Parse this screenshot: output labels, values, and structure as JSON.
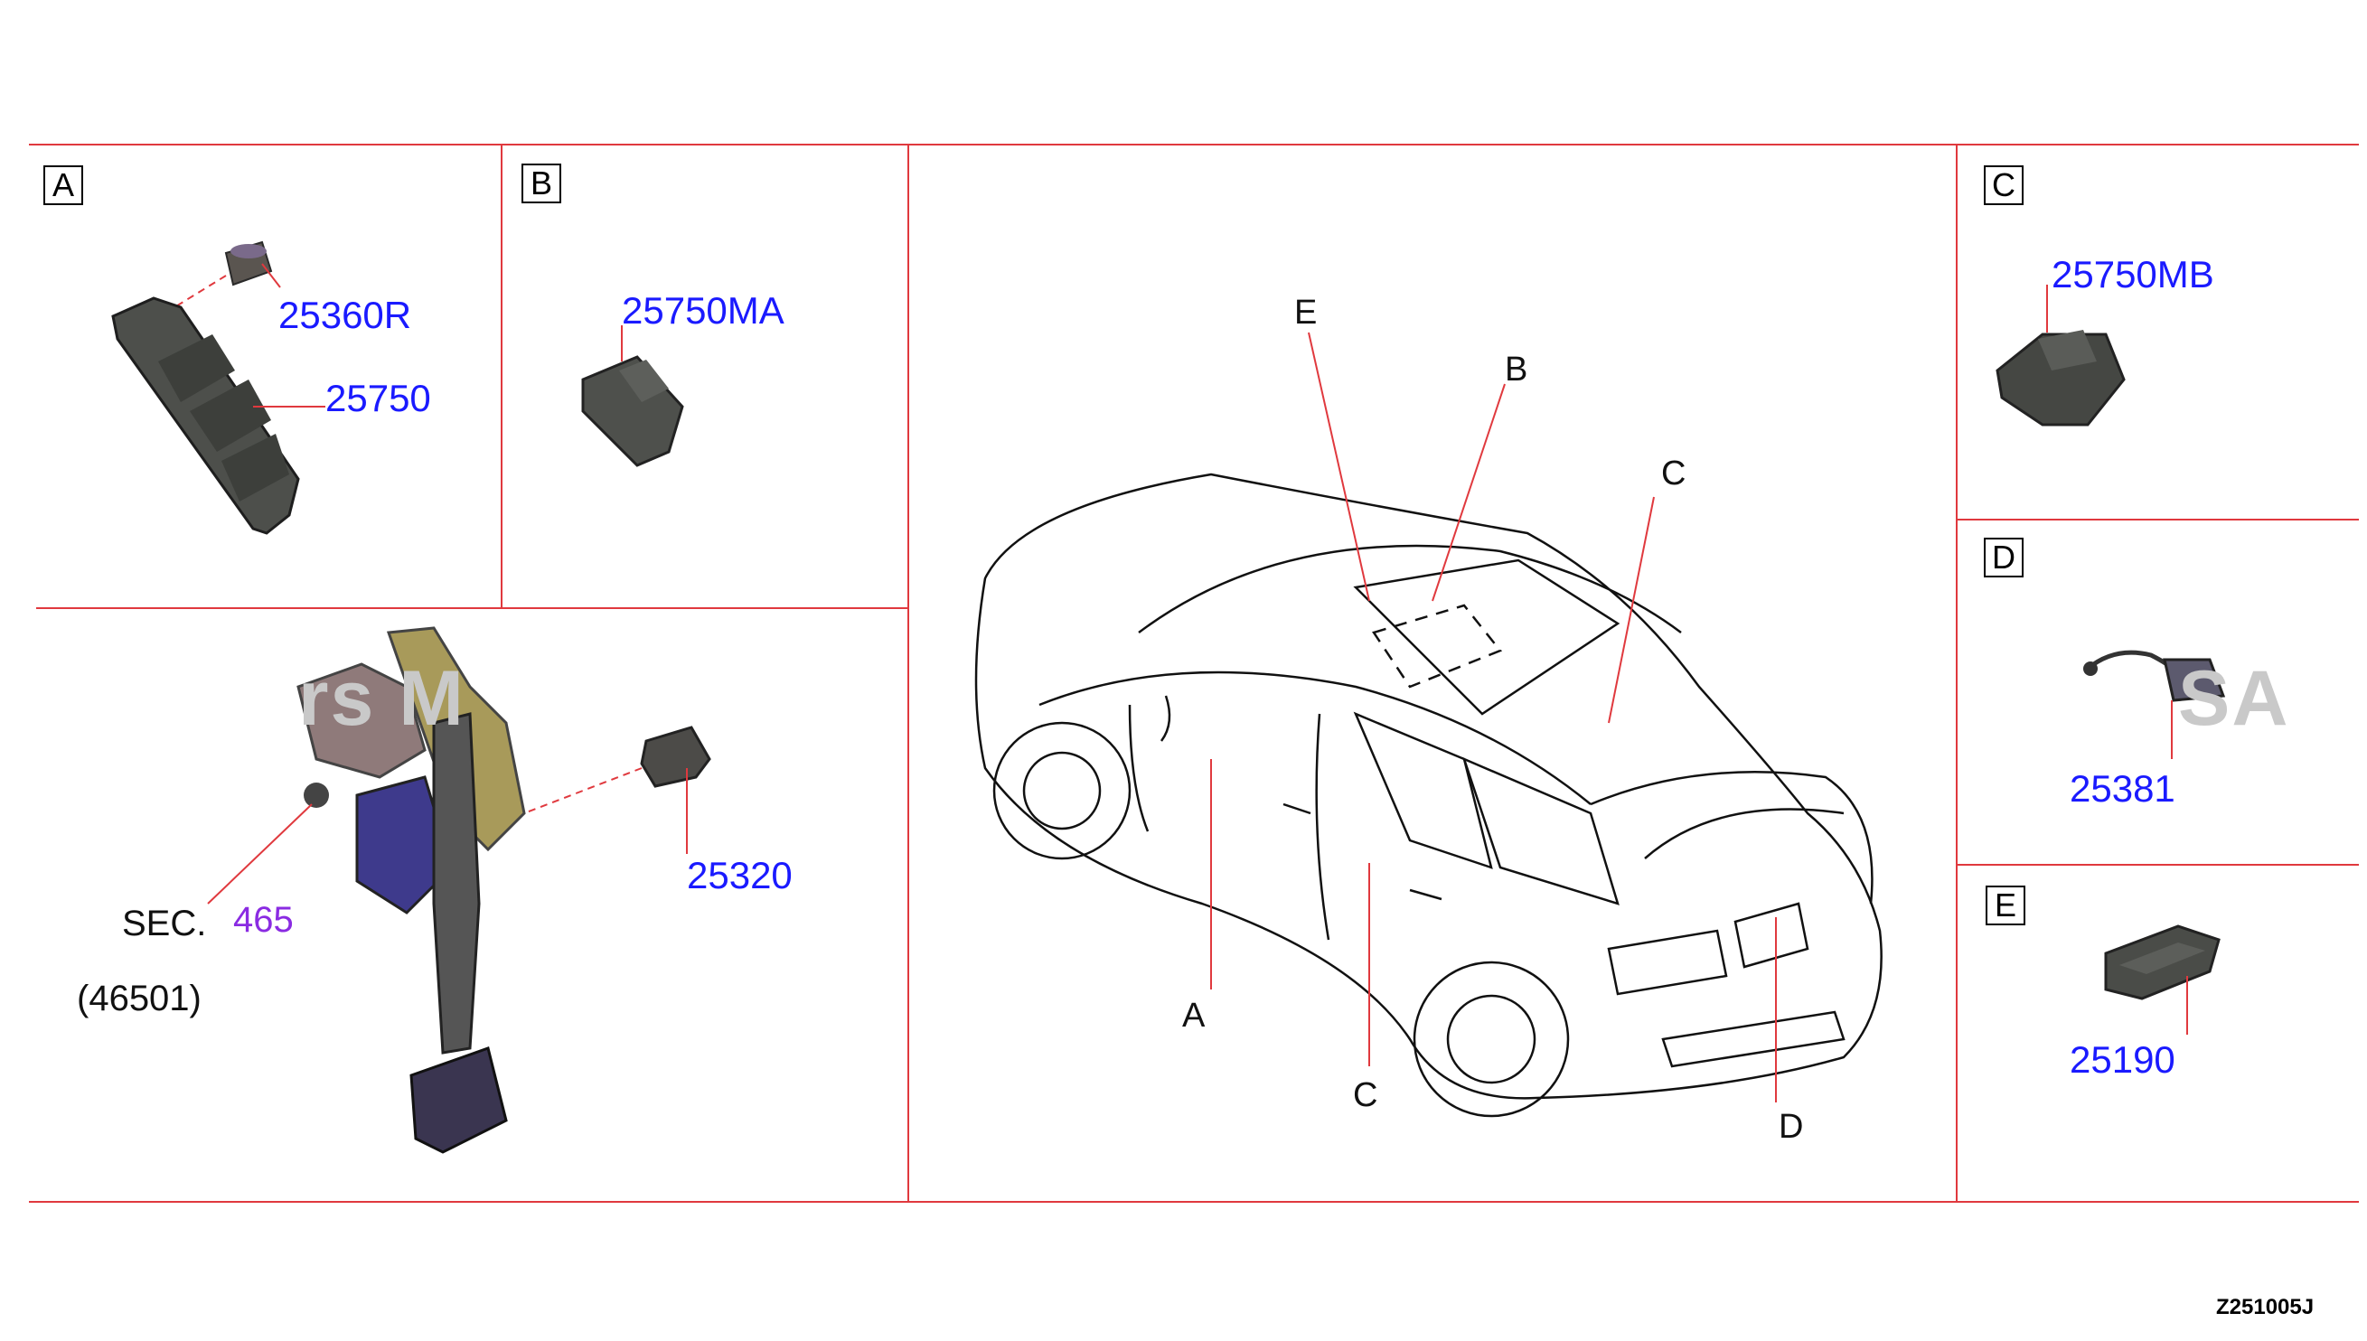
{
  "panels": {
    "A": {
      "box_label": "A",
      "parts": [
        "25360R",
        "25750"
      ]
    },
    "B": {
      "box_label": "B",
      "parts": [
        "25750MA"
      ]
    },
    "C": {
      "box_label": "C",
      "parts": [
        "25750MB"
      ]
    },
    "D": {
      "box_label": "D",
      "parts": [
        "25381"
      ]
    },
    "E": {
      "box_label": "E",
      "parts": [
        "25190"
      ]
    },
    "pedal": {
      "parts": [
        "25320"
      ],
      "sec_label": "SEC.",
      "sec_number": "465",
      "sec_sub": "(46501)"
    }
  },
  "vehicle_callouts": [
    "E",
    "B",
    "C",
    "A",
    "C",
    "D"
  ],
  "watermark": {
    "left": "rs M",
    "right": "SA"
  },
  "drawing_code": "Z251005J",
  "colors": {
    "grid_line": "#e0393e",
    "part_number": "#1a1aff",
    "section_ref": "#8a2be2"
  }
}
